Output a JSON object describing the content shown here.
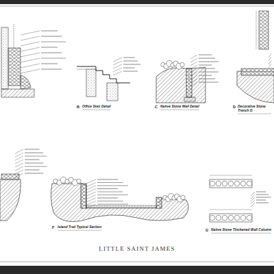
{
  "diagram": {
    "title": "LITTLE SAINT JAMES",
    "labels": [
      "B",
      "Office Stair Detail",
      "C",
      "Native Stone Wall Detail",
      "D",
      "Decorative Stone Trench D",
      "F",
      "Island Trail Typical Section",
      "G",
      "Native Stone Thickened Wall Column"
    ]
  }
}
